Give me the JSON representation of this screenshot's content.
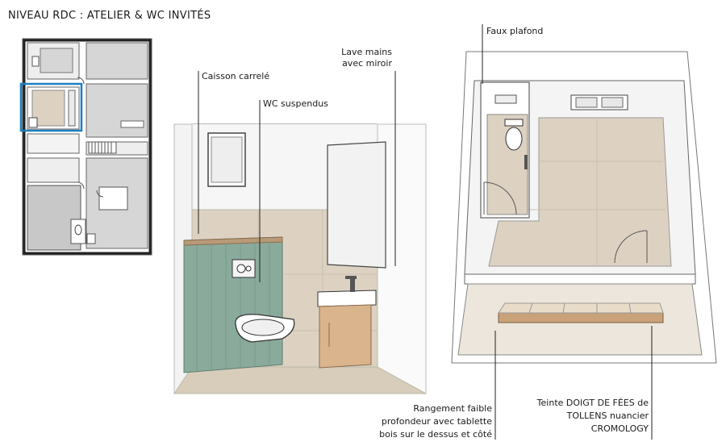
{
  "title": "NIVEAU RDC : ATELIER & WC INVITÉS",
  "labels": {
    "faux_plafond": "Faux plafond",
    "lave_mains_1": "Lave mains",
    "lave_mains_2": "avec miroir",
    "caisson": "Caisson carrelé",
    "wc": "WC suspendus",
    "rangement_1": "Rangement faible",
    "rangement_2": "profondeur avec tablette",
    "rangement_3": "bois sur le dessus et côté",
    "teinte_1": "Teinte DOIGT DE FÉES de",
    "teinte_2": "TOLLENS nuancier",
    "teinte_3": "CROMOLOGY"
  },
  "colors": {
    "tile_green": "#8aaa9c",
    "tile_beige": "#ddd2c2",
    "wood": "#d9b48c",
    "highlight_blue": "#1d7fc0",
    "floor_grey": "#d6d6d6"
  }
}
